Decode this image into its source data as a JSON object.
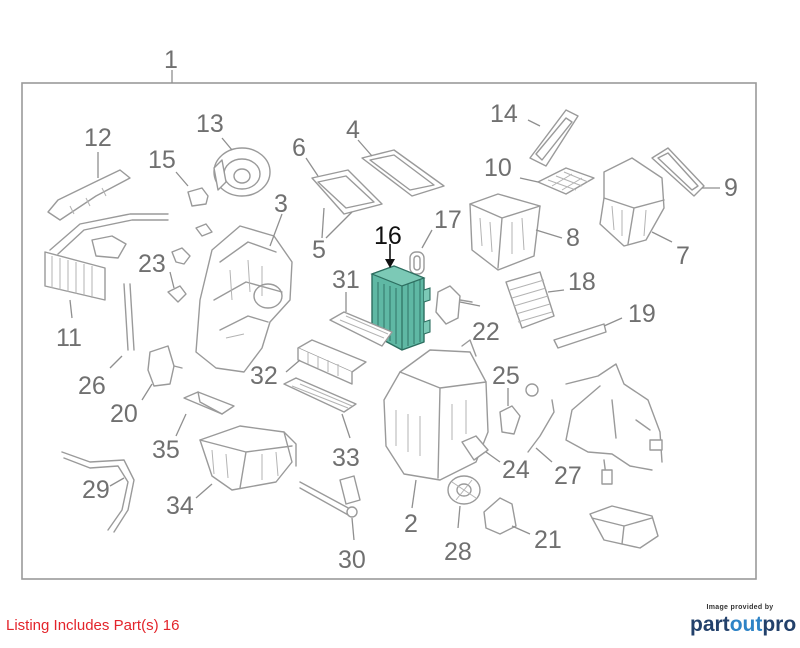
{
  "diagram": {
    "callouts": [
      "1",
      "2",
      "3",
      "4",
      "5",
      "6",
      "7",
      "8",
      "9",
      "10",
      "11",
      "12",
      "13",
      "14",
      "15",
      "16",
      "17",
      "18",
      "19",
      "20",
      "21",
      "22",
      "23",
      "24",
      "25",
      "26",
      "27",
      "28",
      "29",
      "30",
      "31",
      "32",
      "33",
      "34",
      "35"
    ],
    "highlighted_callout": "16",
    "highlight_color": "#5fb8a4",
    "line_color": "#9a9a9a",
    "label_color": "#707070"
  },
  "footer": {
    "listing_note": "Listing Includes Part(s) 16",
    "listing_note_color": "#e3242b",
    "credit_caption": "Image provided by",
    "brand": {
      "part": "part",
      "out": "out",
      "pro": "pro"
    }
  }
}
